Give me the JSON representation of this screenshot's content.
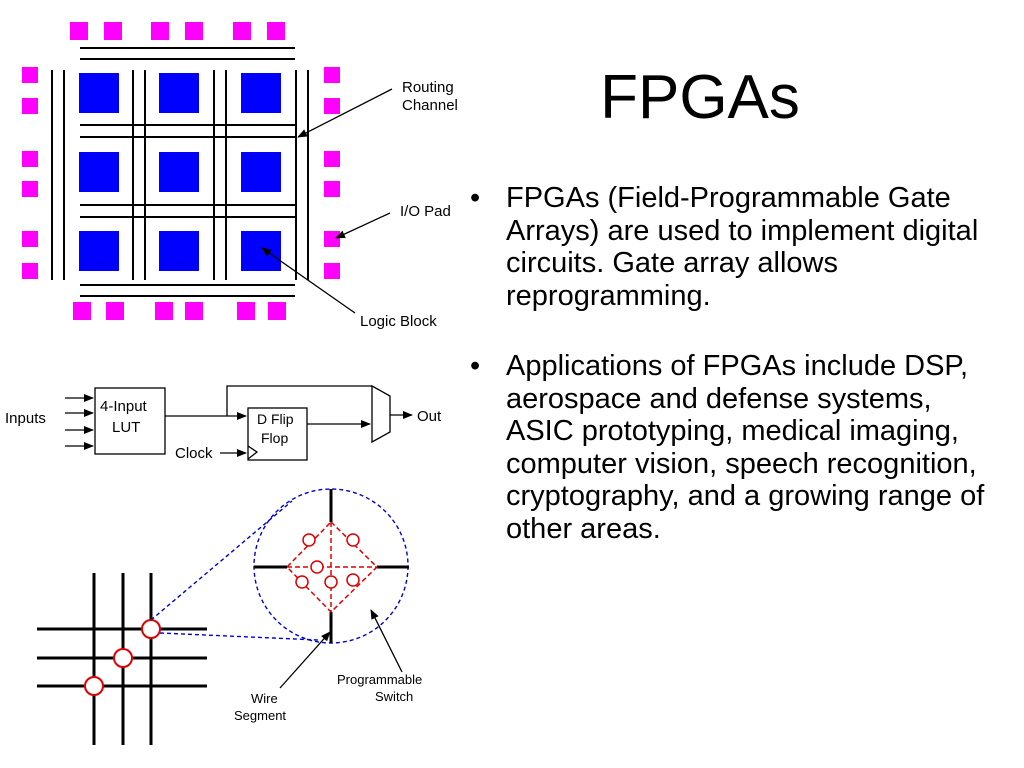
{
  "slide": {
    "title": "FPGAs",
    "bullets": [
      "FPGAs (Field-Programmable Gate Arrays) are used to implement digital circuits. Gate array allows reprogramming.",
      "Applications of FPGAs include DSP, aerospace and defense systems, ASIC prototyping, medical imaging, computer vision, speech recognition, cryptography, and a growing range of other areas."
    ],
    "bullet_glyph": "•"
  },
  "fpga_diagram": {
    "routing_channel_label_1": "Routing",
    "routing_channel_label_2": "Channel",
    "io_pad_label": "I/O Pad",
    "logic_block_label": "Logic Block",
    "colors": {
      "logic_block": "#0000ff",
      "io_pad": "#ff00ff",
      "wire": "#000000"
    }
  },
  "logic_element": {
    "inputs_label": "Inputs",
    "lut_label_1": "4-Input",
    "lut_label_2": "LUT",
    "clock_label": "Clock",
    "flipflop_label_1": "D Flip",
    "flipflop_label_2": "Flop",
    "out_label": "Out"
  },
  "switch_diagram": {
    "wire_segment_label_1": "Wire",
    "wire_segment_label_2": "Segment",
    "programmable_switch_label_1": "Programmable",
    "programmable_switch_label_2": "Switch",
    "colors": {
      "switch": "#e00000",
      "zoom": "#0000cc"
    }
  }
}
